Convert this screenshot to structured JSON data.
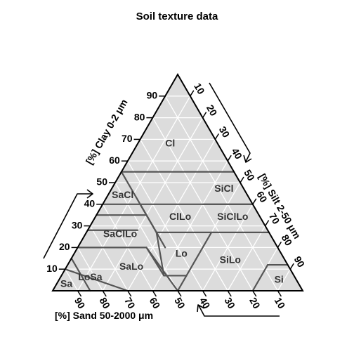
{
  "title": "Soil texture data",
  "axes": {
    "clay": {
      "label": "[%] Clay 0-2 μm",
      "ticks": [
        "10",
        "20",
        "30",
        "40",
        "50",
        "60",
        "70",
        "80",
        "90"
      ]
    },
    "silt": {
      "label": "[%] Silt 2-50 μm",
      "ticks": [
        "10",
        "20",
        "30",
        "40",
        "50",
        "60",
        "70",
        "80",
        "90"
      ]
    },
    "sand": {
      "label": "[%] Sand 50-2000 μm",
      "ticks": [
        "90",
        "80",
        "70",
        "60",
        "50",
        "40",
        "30",
        "20",
        "10"
      ]
    }
  },
  "classes": [
    {
      "abbr": "Cl"
    },
    {
      "abbr": "SiCl"
    },
    {
      "abbr": "SaCl"
    },
    {
      "abbr": "ClLo"
    },
    {
      "abbr": "SiClLo"
    },
    {
      "abbr": "SaClLo"
    },
    {
      "abbr": "Lo"
    },
    {
      "abbr": "SiLo"
    },
    {
      "abbr": "SaLo"
    },
    {
      "abbr": "Si"
    },
    {
      "abbr": "LoSa"
    },
    {
      "abbr": "Sa"
    }
  ],
  "colors": {
    "fill": "#dcdcdc",
    "grid": "#ffffff",
    "boundary": "#555555",
    "outline": "#000000"
  }
}
